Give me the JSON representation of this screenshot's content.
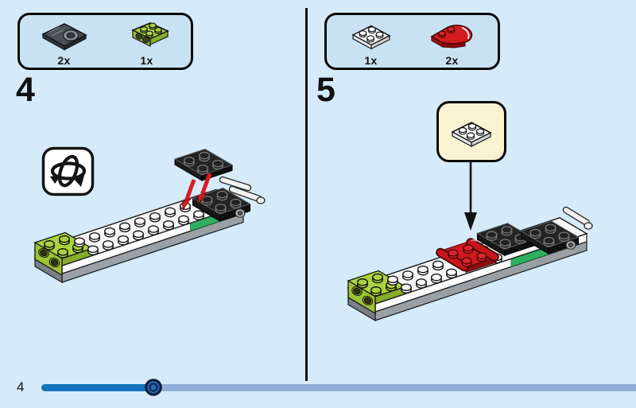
{
  "page": {
    "background_color": "#d5ebfa",
    "number": "4"
  },
  "steps": [
    {
      "number": "4",
      "parts_callout": [
        {
          "count": "2x",
          "part": "dark-gray-plate-2x2-with-hole",
          "color": "#4a5055"
        },
        {
          "count": "1x",
          "part": "lime-plate-2x2-with-side-studs",
          "color": "#a9d03b"
        }
      ],
      "annotations": [
        "rotate-model-symbol",
        "red-placement-arrows"
      ]
    },
    {
      "number": "5",
      "parts_callout": [
        {
          "count": "1x",
          "part": "white-plate-2x2",
          "color": "#ffffff"
        },
        {
          "count": "2x",
          "part": "red-curved-mudguard-2x2",
          "color": "#cf1a1f"
        }
      ],
      "callout_bubble": {
        "part": "white-plate-2x2",
        "background": "#faf3d2"
      },
      "annotations": [
        "black-placement-arrow"
      ]
    }
  ],
  "footer": {
    "page_number": "4",
    "progress": {
      "fraction": 0.19,
      "filled_color": "#1173bc",
      "track_color": "#8faed8"
    }
  }
}
